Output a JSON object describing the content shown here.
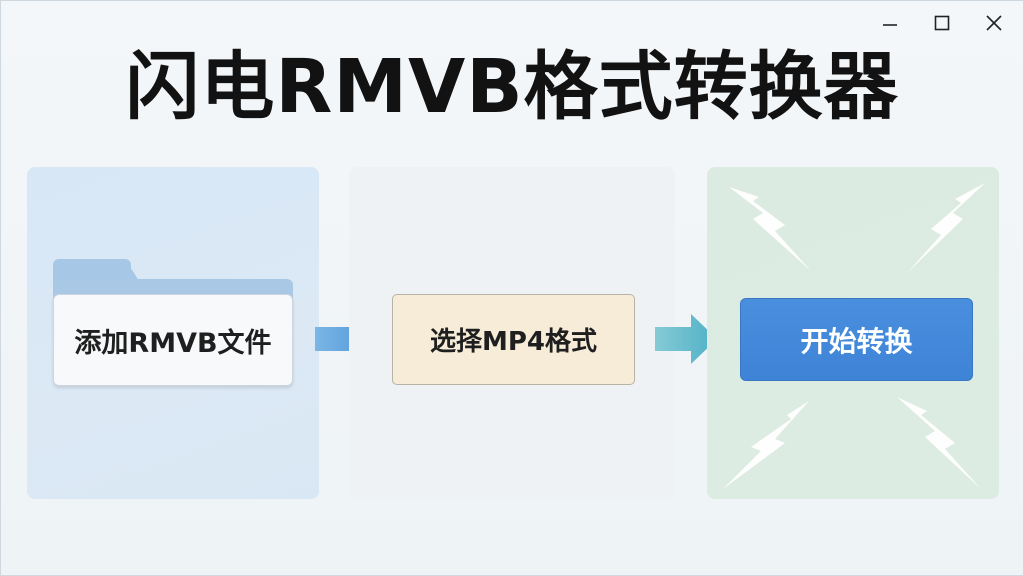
{
  "window": {
    "title": "闪电RMVB格式转换器",
    "controls": {
      "minimize": "minimize-icon",
      "maximize": "maximize-icon",
      "close": "close-icon"
    }
  },
  "steps": {
    "add_files": {
      "label": "添加RMVB文件",
      "icon": "folder-icon",
      "panel_color": "#d7e7f6"
    },
    "choose_format": {
      "label": "选择MP4格式",
      "panel_color": "#eef2f4",
      "card_color": "#f6ecd8"
    },
    "start_convert": {
      "label": "开始转换",
      "panel_color": "#dcebe2",
      "button_color": "#4a8fde",
      "decoration": "lightning-bolt-icon"
    }
  },
  "arrows": {
    "first": {
      "icon": "right-arrow-icon",
      "color": "#5aa0dc"
    },
    "second": {
      "icon": "right-arrow-icon",
      "color": "#5cb3c7"
    }
  }
}
